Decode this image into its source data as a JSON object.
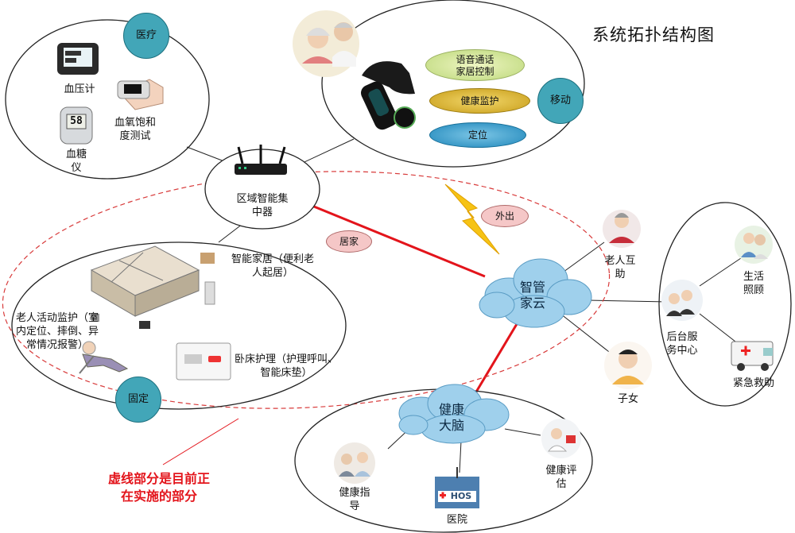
{
  "title": "系统拓扑结构图",
  "note": "虚线部分是目前正在实施的部分",
  "hub": "区域智能集中器",
  "medical": {
    "badge": "医疗",
    "blood_pressure": "血压计",
    "oximeter": "血氧饱和度测试",
    "glucose": "血糖仪",
    "glucose_screen": "58"
  },
  "mobile": {
    "badge": "移动",
    "voice": "语音通话家居控制",
    "health": "健康监护",
    "location": "定位"
  },
  "fixed": {
    "badge": "固定",
    "smart_home": "智能家居（便利老人起居）",
    "activity": "老人活动监护（室内定位、摔倒、异常情况报警）",
    "bedside": "卧床护理（护理呼叫、智能床垫）"
  },
  "links": {
    "home": "居家",
    "outside": "外出"
  },
  "cloud": "智管家云",
  "brain": {
    "name": "健康大脑",
    "guidance": "健康指导",
    "hospital": "医院",
    "hospital_sign": "HOS",
    "assessment": "健康评估"
  },
  "service": {
    "mutual": "老人互助",
    "children": "子女",
    "center": "后台服务中心",
    "care": "生活照顾",
    "rescue": "紧急救助"
  },
  "colors": {
    "badge": "#42a6b8",
    "red_line": "#e3141b",
    "cloud": "#9fd0ec",
    "pink": "#f5c7c7"
  }
}
